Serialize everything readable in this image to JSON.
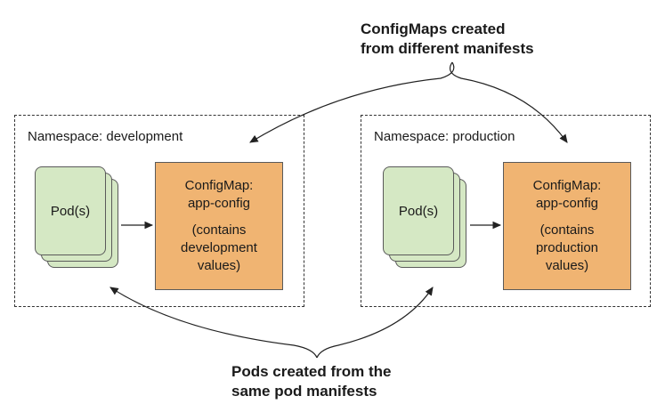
{
  "top_callout": {
    "line1": "ConfigMaps created",
    "line2": "from different manifests"
  },
  "bottom_callout": {
    "line1": "Pods created from the",
    "line2": "same pod manifests"
  },
  "namespaces": [
    {
      "label": "Namespace: development",
      "pod_label": "Pod(s)",
      "configmap": {
        "title": "ConfigMap:",
        "name": "app-config",
        "note1": "(contains",
        "note2": "development",
        "note3": "values)"
      }
    },
    {
      "label": "Namespace: production",
      "pod_label": "Pod(s)",
      "configmap": {
        "title": "ConfigMap:",
        "name": "app-config",
        "note1": "(contains",
        "note2": "production",
        "note3": "values)"
      }
    }
  ],
  "colors": {
    "pod_fill": "#d5e8c4",
    "configmap_fill": "#f0b472",
    "border": "#333333"
  }
}
